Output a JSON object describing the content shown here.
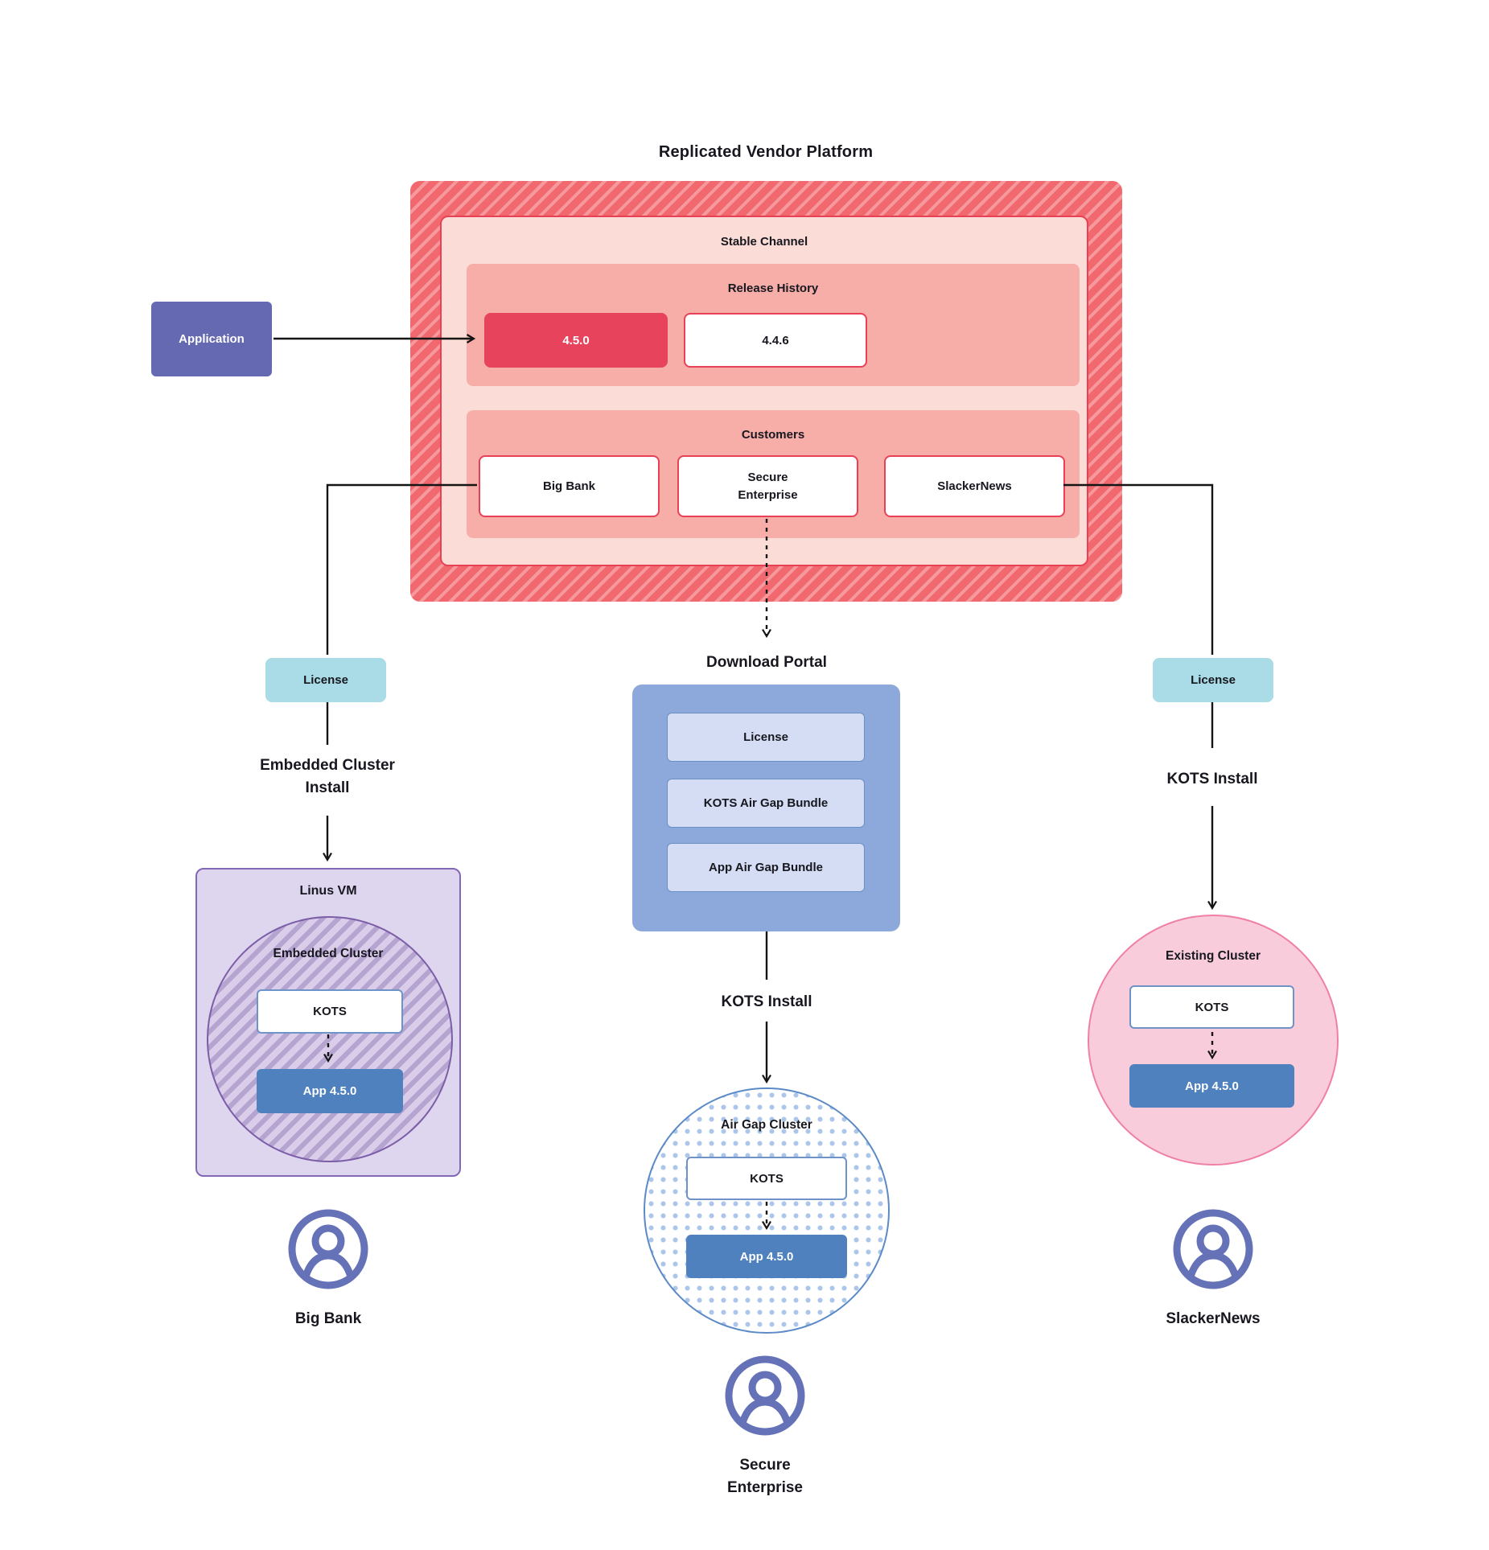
{
  "title": "Replicated Vendor Platform",
  "platform": {
    "channel_label": "Stable Channel",
    "release_history": {
      "label": "Release History",
      "current_version": "4.5.0",
      "previous_version": "4.4.6"
    },
    "customers": {
      "label": "Customers",
      "big_bank": "Big Bank",
      "secure_enterprise": "Secure Enterprise",
      "slackernews": "SlackerNews"
    }
  },
  "application": {
    "label": "Application"
  },
  "big_bank_flow": {
    "license": "License",
    "install": "Embedded Cluster Install",
    "vm": "Linus VM",
    "cluster": "Embedded Cluster",
    "kots": "KOTS",
    "app": "App 4.5.0",
    "customer": "Big Bank"
  },
  "secure_enterprise_flow": {
    "portal_title": "Download Portal",
    "portal_items": {
      "license": "License",
      "kots_bundle": "KOTS Air Gap Bundle",
      "app_bundle": "App Air Gap Bundle"
    },
    "install": "KOTS Install",
    "cluster": "Air Gap Cluster",
    "kots": "KOTS",
    "app": "App 4.5.0",
    "customer": "Secure Enterprise"
  },
  "slackernews_flow": {
    "license": "License",
    "install": "KOTS Install",
    "cluster": "Existing Cluster",
    "kots": "KOTS",
    "app": "App 4.5.0",
    "customer": "SlackerNews"
  },
  "colors": {
    "accent_red": "#e8435c",
    "hatch_red": "#f1696e",
    "salmon": "#f7aea9",
    "light_pink": "#fbdcd7",
    "application_purple": "#6569b1",
    "license_teal": "#a9dce6",
    "portal_blue": "#8da9db",
    "portal_item_lavender": "#d4ddf3",
    "app_steel_blue": "#4e81bd",
    "vm_purple": "#ded5ee",
    "embedded_circle_purple": "#d9cdea",
    "existing_cluster_pink": "#f8ccdb",
    "user_indigo": "#6672b8",
    "wire_black": "#141414"
  }
}
